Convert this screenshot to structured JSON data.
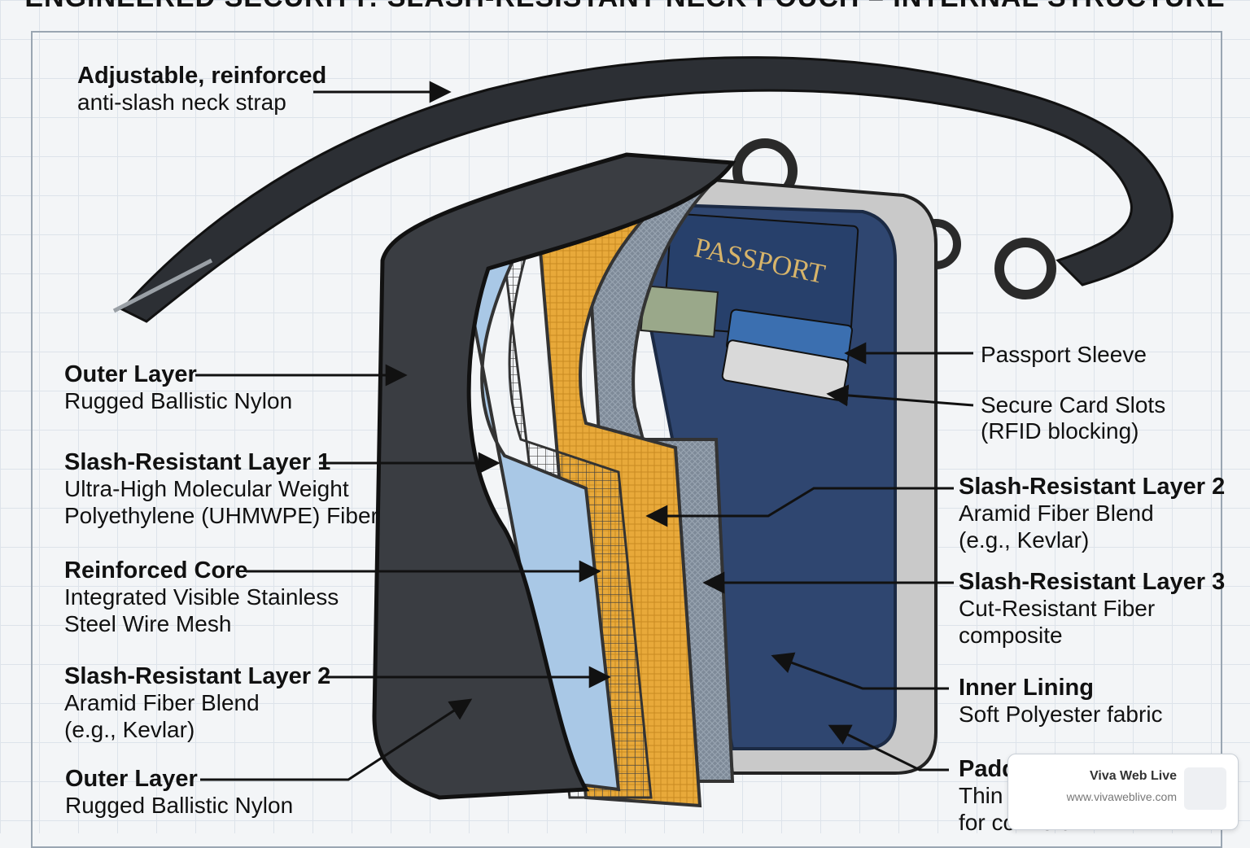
{
  "title": "ENGINEERED SECURITY: SLASH-RESISTANT NECK POUCH – INTERNAL STRUCTURE",
  "passport_text": "PASSPORT",
  "labels": {
    "strap": {
      "heading": "Adjustable, reinforced",
      "sub": [
        "anti-slash neck strap"
      ]
    },
    "outer_top": {
      "heading": "Outer Layer",
      "sub": [
        "Rugged Ballistic Nylon"
      ]
    },
    "slash1": {
      "heading": "Slash-Resistant Layer 1",
      "sub": [
        "Ultra-High Molecular Weight",
        "Polyethylene (UHMWPE) Fiber"
      ]
    },
    "core": {
      "heading": "Reinforced Core",
      "sub": [
        "Integrated Visible Stainless",
        "Steel Wire Mesh"
      ]
    },
    "slash2_left": {
      "heading": "Slash-Resistant Layer 2",
      "sub": [
        "Aramid Fiber Blend",
        "(e.g., Kevlar)"
      ]
    },
    "outer_bottom": {
      "heading": "Outer Layer",
      "sub": [
        "Rugged Ballistic Nylon"
      ]
    },
    "passport_sleeve": {
      "heading": "",
      "sub": [
        "Passport Sleeve"
      ]
    },
    "card_slots": {
      "heading": "",
      "sub": [
        "Secure Card Slots",
        "(RFID blocking)"
      ]
    },
    "slash2_right": {
      "heading": "Slash-Resistant Layer 2",
      "sub": [
        "Aramid Fiber Blend",
        "(e.g., Kevlar)"
      ]
    },
    "slash3": {
      "heading": "Slash-Resistant Layer 3",
      "sub": [
        "Cut-Resistant Fiber",
        "composite"
      ]
    },
    "inner_lining": {
      "heading": "Inner Lining",
      "sub": [
        "Soft Polyester fabric"
      ]
    },
    "padding": {
      "heading": "Padd",
      "sub": [
        "Thin",
        "for comfort"
      ]
    }
  },
  "badge": {
    "title": "Viva Web Live",
    "url": "www.vivaweblive.com"
  },
  "colors": {
    "nylon": "#3a3d42",
    "uhmwpe": "#a9c8e6",
    "aramid": "#e8a93a",
    "composite": "#7e8a98",
    "lining": "#2f4670",
    "padding": "#c9c9c9"
  }
}
